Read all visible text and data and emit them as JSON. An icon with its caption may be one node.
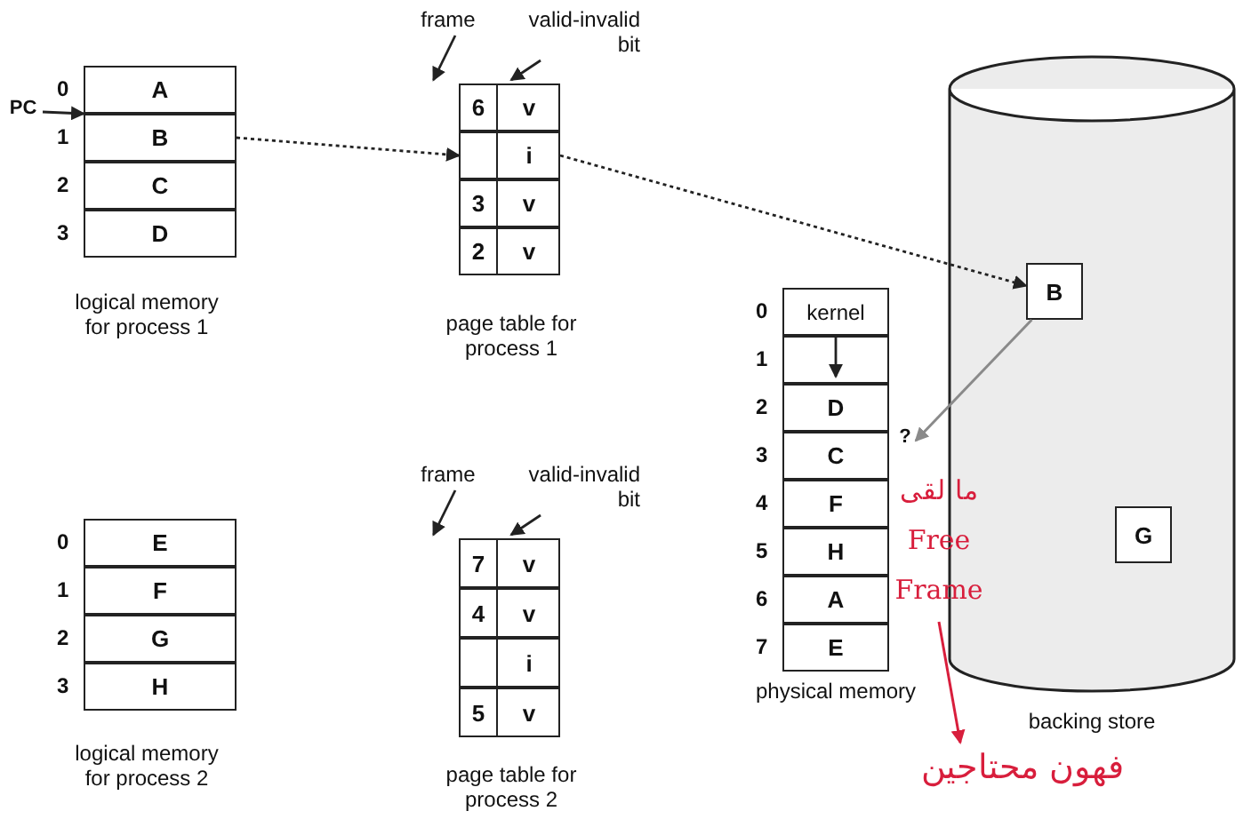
{
  "diagram": {
    "nodes": [
      {
        "text": [
          "logical memory for process 1"
        ]
      },
      {
        "text": [
          "A"
        ],
        "in": 0,
        "beside": [
          "0"
        ]
      },
      {
        "text": [
          "B"
        ],
        "in": 0,
        "beside": [
          "1"
        ]
      },
      {
        "text": [
          "C"
        ],
        "in": 0,
        "beside": [
          "2"
        ]
      },
      {
        "text": [
          "D"
        ],
        "in": 0,
        "beside": [
          "3"
        ]
      },
      {
        "text": [
          "PC"
        ]
      },
      {
        "text": [
          "frame"
        ]
      },
      {
        "text": [
          "valid-invalid bit"
        ]
      },
      {
        "text": [
          "page table for process 1"
        ]
      },
      {
        "text": [
          "6",
          "v"
        ],
        "in": 8
      },
      {
        "text": [
          "i"
        ],
        "in": 8
      },
      {
        "text": [
          "3",
          "v"
        ],
        "in": 8
      },
      {
        "text": [
          "2",
          "v"
        ],
        "in": 8
      },
      {
        "text": [
          "backing store"
        ]
      },
      {
        "text": [
          "B"
        ],
        "in": 13
      },
      {
        "text": [
          "G"
        ],
        "in": 13
      },
      {
        "text": [
          "physical memory"
        ]
      },
      {
        "text": [
          "kernel"
        ],
        "in": 16,
        "beside": [
          "0"
        ]
      },
      {
        "text": [],
        "shape": "box",
        "in": 16,
        "beside": [
          "1"
        ]
      },
      {
        "text": [
          "D"
        ],
        "in": 16,
        "beside": [
          "2"
        ]
      },
      {
        "text": [
          "C"
        ],
        "in": 16,
        "beside": [
          "3"
        ]
      },
      {
        "text": [
          "F"
        ],
        "in": 16,
        "beside": [
          "4"
        ]
      },
      {
        "text": [
          "H"
        ],
        "in": 16,
        "beside": [
          "5"
        ]
      },
      {
        "text": [
          "A"
        ],
        "in": 16,
        "beside": [
          "6"
        ]
      },
      {
        "text": [
          "E"
        ],
        "in": 16,
        "beside": [
          "7"
        ]
      },
      {
        "text": [
          "?"
        ]
      },
      {
        "text": [
          "ما لقى Free Frame"
        ]
      },
      {
        "text": [
          "فهون محتاجين"
        ]
      },
      {
        "text": [
          "logical memory for process 2"
        ]
      },
      {
        "text": [
          "E"
        ],
        "in": 28,
        "beside": [
          "0"
        ]
      },
      {
        "text": [
          "F"
        ],
        "in": 28,
        "beside": [
          "1"
        ]
      },
      {
        "text": [
          "G"
        ],
        "in": 28,
        "beside": [
          "2"
        ]
      },
      {
        "text": [
          "H"
        ],
        "in": 28,
        "beside": [
          "3"
        ]
      },
      {
        "text": [
          "frame"
        ]
      },
      {
        "text": [
          "valid-invalid bit"
        ]
      },
      {
        "text": [
          "page table for process 2"
        ]
      },
      {
        "text": [
          "7",
          "v"
        ],
        "in": 35
      },
      {
        "text": [
          "4",
          "v"
        ],
        "in": 35
      },
      {
        "text": [
          "i"
        ],
        "in": 35
      },
      {
        "text": [
          "5",
          "v"
        ],
        "in": 35
      }
    ],
    "edges": [
      {
        "from": 5,
        "to": 2,
        "arrow": "to"
      },
      {
        "from": 2,
        "to": 10,
        "arrow": "to",
        "style": "dashed"
      },
      {
        "from": 10,
        "to": 14,
        "arrow": "to",
        "style": "dashed"
      },
      {
        "from": 14,
        "to": 25,
        "arrow": "to",
        "color": "#8a8a8a"
      },
      {
        "from": 6,
        "to": 8,
        "arrow": "to"
      },
      {
        "from": 7,
        "to": 8,
        "arrow": "to"
      },
      {
        "from": 17,
        "to": 18,
        "arrow": "to"
      },
      {
        "from": 26,
        "to": 27,
        "arrow": "to",
        "color": "#d81e3c"
      },
      {
        "from": 33,
        "to": 35,
        "arrow": "to"
      },
      {
        "from": 34,
        "to": 35,
        "arrow": "to"
      }
    ]
  }
}
